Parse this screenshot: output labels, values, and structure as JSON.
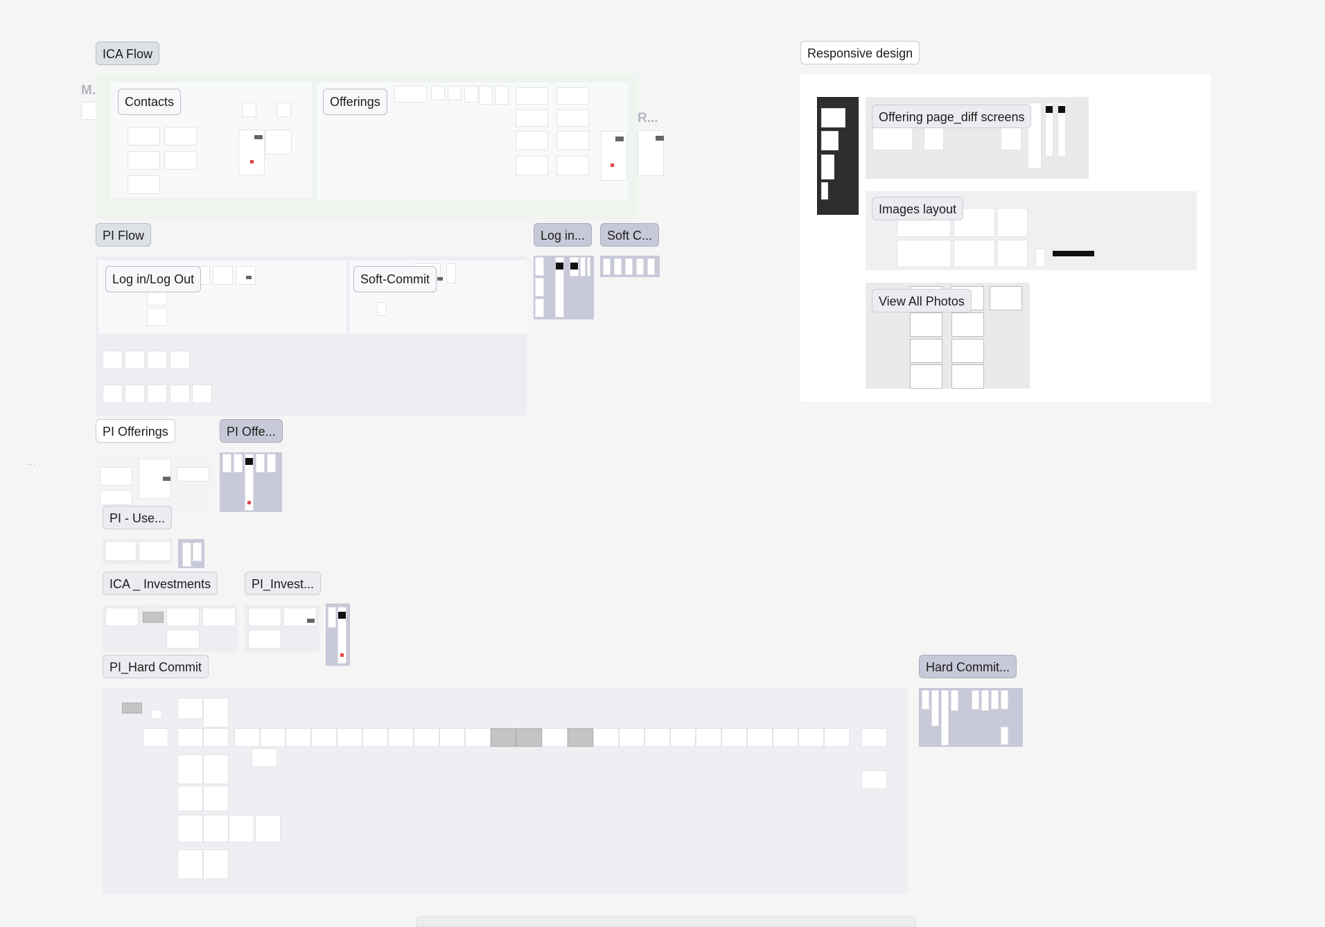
{
  "canvas": {
    "background": "#f5f5f5",
    "ghost_labels": [
      "M...",
      "R..."
    ],
    "side_menu_icon": "..."
  },
  "sections": {
    "ica_flow": {
      "label": "ICA Flow",
      "children": {
        "contacts": "Contacts",
        "offerings": "Offerings"
      }
    },
    "responsive_design": {
      "label": "Responsive design",
      "children": {
        "offering_page": "Offering page_diff screens",
        "images_layout": "Images layout",
        "view_all_photos": "View All Photos"
      }
    },
    "pi_flow": {
      "label": "PI Flow",
      "children": {
        "login_logout": "Log in/Log Out",
        "soft_commit": "Soft-Commit"
      }
    },
    "login_mobile": {
      "label": "Log in..."
    },
    "soft_commit_mobile": {
      "label": "Soft C..."
    },
    "pi_offerings": {
      "label": "PI Offerings"
    },
    "pi_offerings_mobile": {
      "label": "PI Offe..."
    },
    "pi_user": {
      "label": "PI - Use..."
    },
    "ica_investments": {
      "label": "ICA _ Investments"
    },
    "pi_investments": {
      "label": "PI_Invest..."
    },
    "pi_hard_commit": {
      "label": "PI_Hard Commit"
    },
    "hard_commit_mobile": {
      "label": "Hard Commit..."
    }
  },
  "colors": {
    "section_green": "#eef4ee",
    "section_gray": "#eeeef2",
    "section_lavender": "#c8c9d8",
    "accent_blue": "#6f8de6",
    "accent_red": "#e04848"
  }
}
